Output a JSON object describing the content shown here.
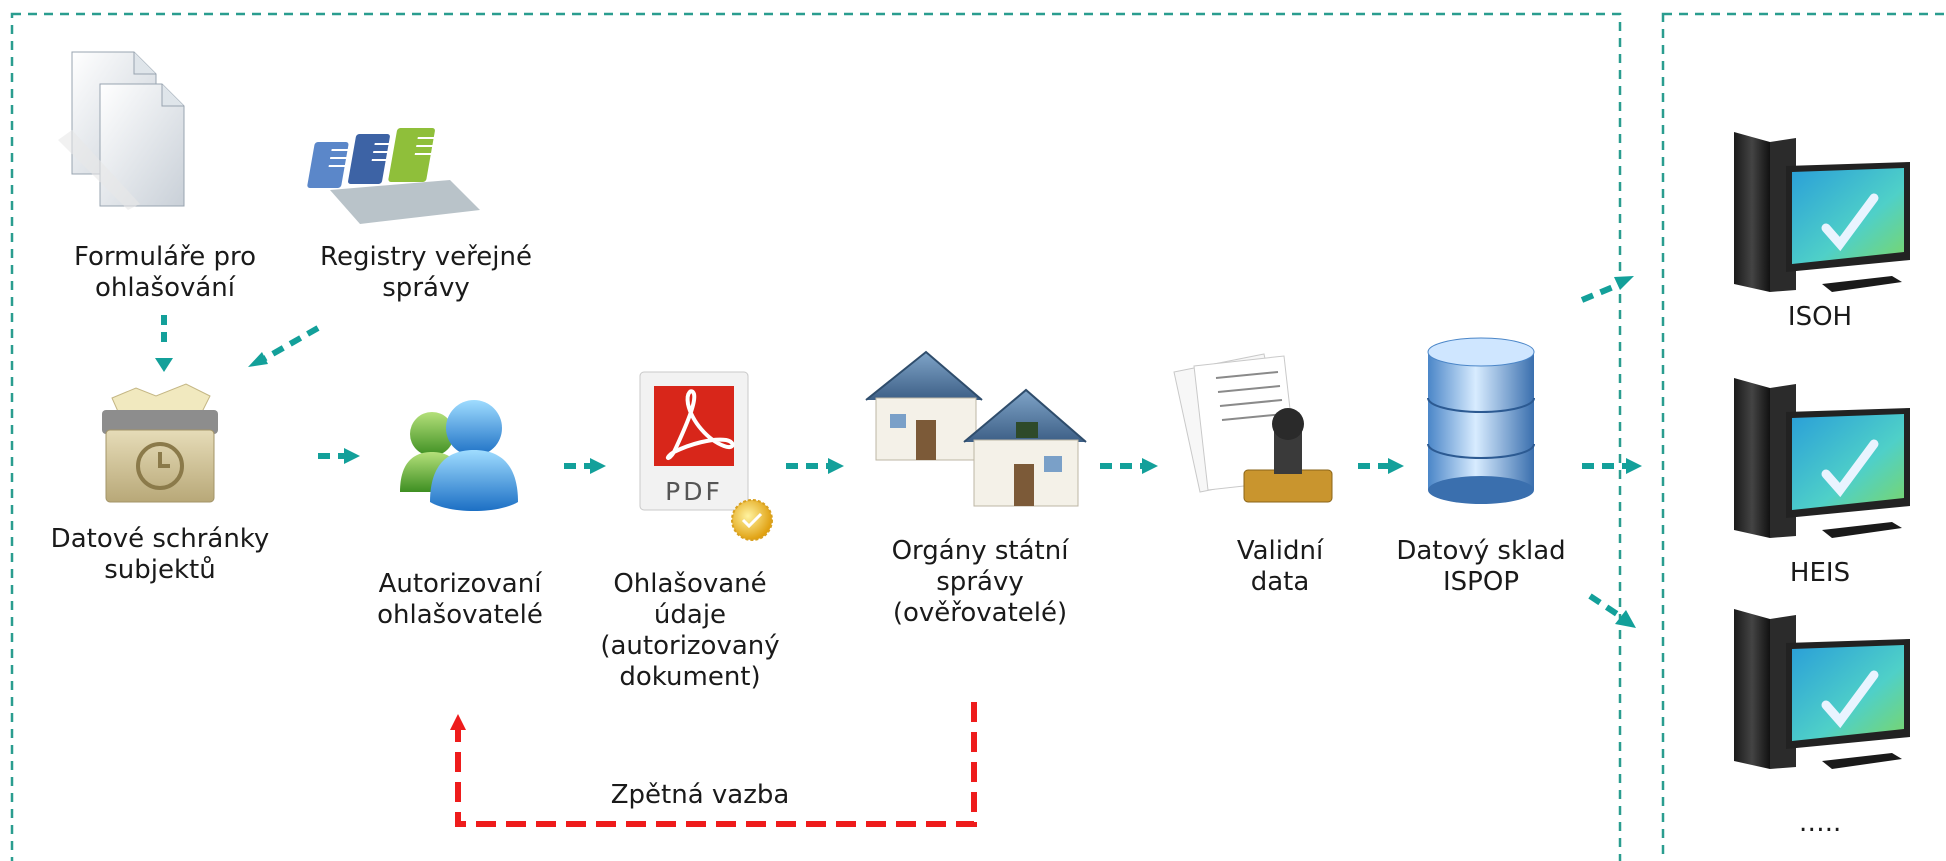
{
  "nodes": {
    "forms": {
      "label": "Formuláře pro\nohlašování",
      "icon": "documents-icon"
    },
    "registries": {
      "label": "Registry veřejné\nsprávy",
      "icon": "registry-folders-icon"
    },
    "databoxes": {
      "label": "Datové schránky\nsubjektů",
      "icon": "data-box-icon"
    },
    "reporters": {
      "label": "Autorizovaní\nohlašovatelé",
      "icon": "users-icon"
    },
    "reported_data": {
      "label": "Ohlašované\núdaje\n(autorizovaný\ndokument)",
      "icon": "pdf-document-icon",
      "pdf_text": "PDF"
    },
    "authorities": {
      "label": "Orgány státní\nsprávy\n(ověřovatelé)",
      "icon": "houses-icon"
    },
    "valid_data": {
      "label": "Validní\ndata",
      "icon": "stamped-papers-icon"
    },
    "warehouse": {
      "label": "Datový sklad\nISPOP",
      "icon": "database-icon"
    }
  },
  "systems": [
    {
      "label": "ISOH",
      "icon": "computer-check-icon"
    },
    {
      "label": "HEIS",
      "icon": "computer-check-icon"
    },
    {
      "label": "…..",
      "icon": "computer-check-icon"
    }
  ],
  "feedback": {
    "label": "Zpětná vazba"
  },
  "colors": {
    "flow": "#13a09a",
    "border": "#2a9d8f",
    "feedback": "#ee1c1c"
  }
}
